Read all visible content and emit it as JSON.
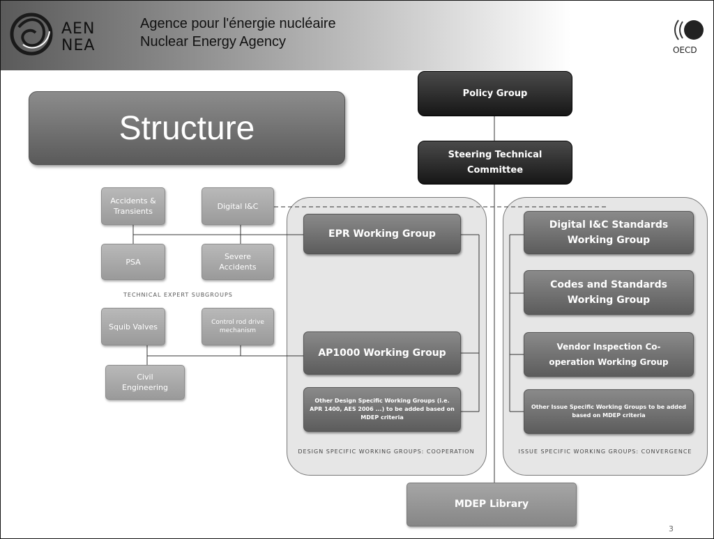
{
  "header": {
    "logo_line1": "AEN",
    "logo_line2": "NEA",
    "title_fr": "Agence pour l'énergie nucléaire",
    "title_en": "Nuclear Energy Agency",
    "partner_logo": "OECD"
  },
  "title": "Structure",
  "top_boxes": {
    "policy_group": "Policy Group",
    "steering_committee": "Steering Technical Committee",
    "library": "MDEP Library"
  },
  "technical_subgroups": {
    "caption": "TECHNICAL EXPERT SUBGROUPS",
    "items": [
      "Accidents & Transients",
      "Digital I&C",
      "PSA",
      "Severe Accidents",
      "Squib Valves",
      "Control rod drive mechanism",
      "Civil Engineering"
    ]
  },
  "design_specific": {
    "caption": "DESIGN SPECIFIC WORKING GROUPS: COOPERATION",
    "groups": [
      "EPR Working Group",
      "AP1000 Working Group",
      "Other Design Specific Working Groups (i.e. APR 1400, AES 2006 ...) to be added based on MDEP criteria"
    ]
  },
  "issue_specific": {
    "caption": "ISSUE SPECIFIC WORKING GROUPS: CONVERGENCE",
    "groups": [
      "Digital I&C Standards Working Group",
      "Codes and Standards Working Group",
      "Vendor Inspection Co-operation Working Group",
      "Other Issue Specific Working Groups to be added based on MDEP criteria"
    ]
  },
  "page_number": "3"
}
